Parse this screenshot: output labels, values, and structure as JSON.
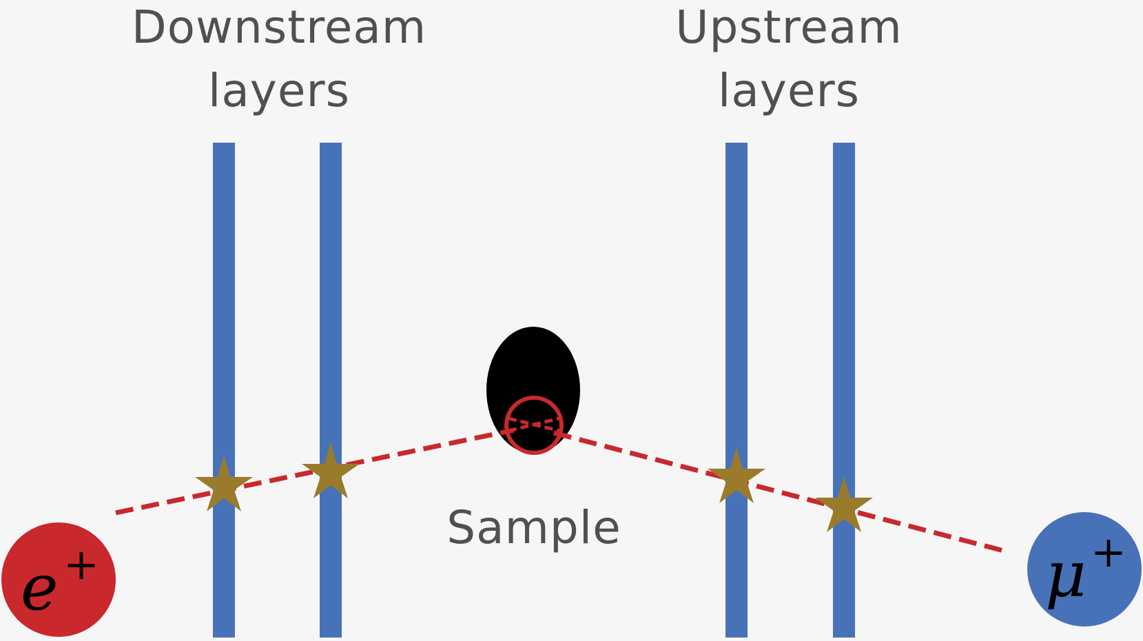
{
  "labels": {
    "downstream_line1": "Downstream",
    "downstream_line2": "layers",
    "upstream_line1": "Upstream",
    "upstream_line2": "layers",
    "sample": "Sample"
  },
  "particles": {
    "positron": {
      "symbol": "e",
      "charge": "+"
    },
    "muon": {
      "symbol": "μ",
      "charge": "+"
    }
  },
  "colors": {
    "background": "#f6f6f6",
    "layer": "#4872b8",
    "track": "#c9282d",
    "hit_star": "#9a7b2b",
    "sample": "#000000",
    "positron": "#c9282d",
    "muon": "#4872b8",
    "text": "#505050"
  }
}
